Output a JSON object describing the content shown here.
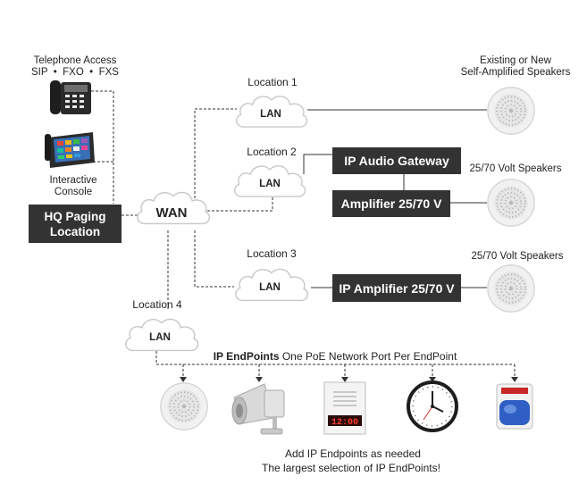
{
  "telephone": {
    "title": "Telephone Access",
    "protocols": "SIP  •  FXO  •  FXS"
  },
  "console": {
    "line1": "Interactive",
    "line2": "Console"
  },
  "hq": {
    "line1": "HQ Paging",
    "line2": "Location"
  },
  "wan": {
    "label": "WAN"
  },
  "locations": {
    "loc1": {
      "title": "Location 1",
      "cloud": "LAN"
    },
    "loc2": {
      "title": "Location 2",
      "cloud": "LAN"
    },
    "loc3": {
      "title": "Location 3",
      "cloud": "LAN"
    },
    "loc4": {
      "title": "Location 4",
      "cloud": "LAN"
    }
  },
  "speakers": {
    "top_line1": "Existing or New",
    "top_line2": "Self-Amplified Speakers",
    "mid": "25/70 Volt Speakers",
    "bottom": "25/70 Volt Speakers"
  },
  "devices": {
    "ip_audio_gateway": "IP Audio Gateway",
    "amplifier": "Amplifier 25/70 V",
    "ip_amplifier": "IP Amplifier 25/70 V"
  },
  "endpoints": {
    "heading_bold": "IP EndPoints",
    "heading_rest": " One PoE Network Port Per EndPoint",
    "clock_display": "12:00",
    "footer_line1": "Add IP Endpoints as needed",
    "footer_line2": "The largest selection of IP EndPoints!"
  },
  "colors": {
    "box": "#333333",
    "line": "#333333",
    "cloud_stroke": "#cccccc"
  }
}
